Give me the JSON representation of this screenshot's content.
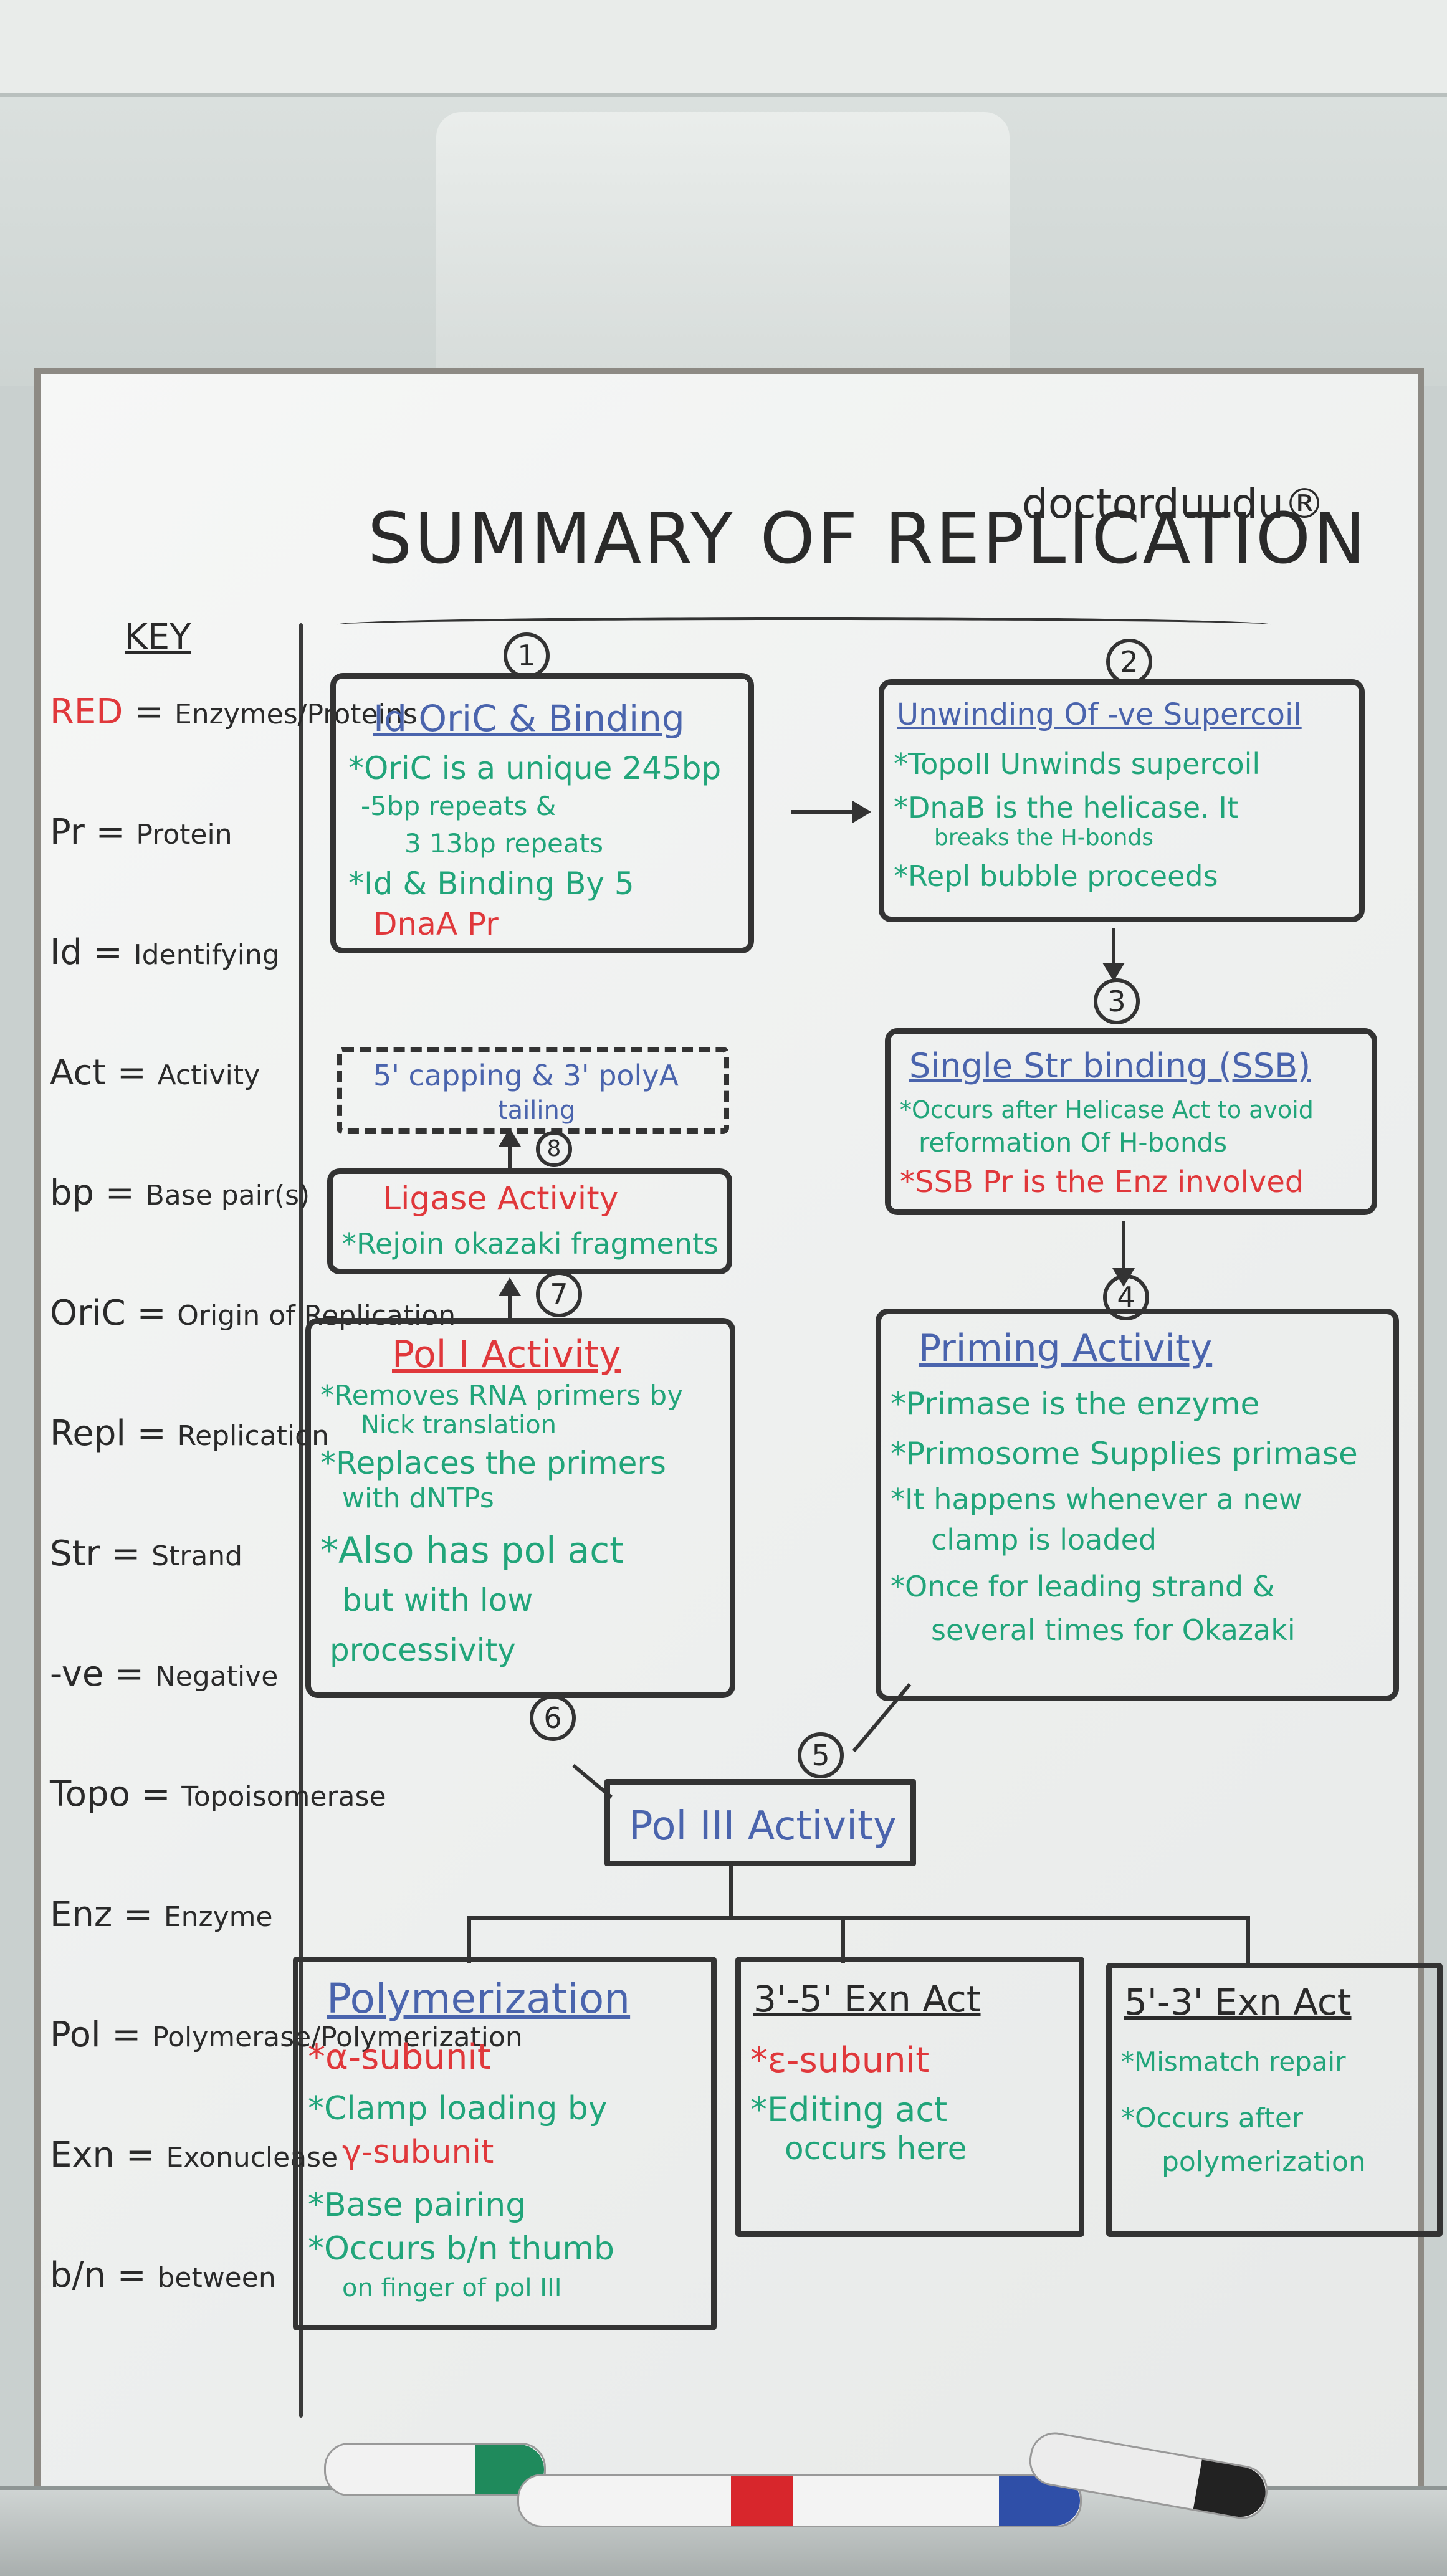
{
  "title": "SUMMARY OF REPLICATION",
  "brand": "doctorduudu®",
  "key": {
    "heading": "KEY",
    "items": [
      {
        "abbr": "RED",
        "meaning": "Enzymes/Proteins",
        "color": "#e0383b"
      },
      {
        "abbr": "Pr",
        "meaning": "Protein"
      },
      {
        "abbr": "Id",
        "meaning": "Identifying"
      },
      {
        "abbr": "Act",
        "meaning": "Activity"
      },
      {
        "abbr": "bp",
        "meaning": "Base pair(s)"
      },
      {
        "abbr": "OriC",
        "meaning": "Origin of Replication"
      },
      {
        "abbr": "Repl",
        "meaning": "Replication"
      },
      {
        "abbr": "Str",
        "meaning": "Strand"
      },
      {
        "abbr": "-ve",
        "meaning": "Negative"
      },
      {
        "abbr": "Topo",
        "meaning": "Topoisomerase"
      },
      {
        "abbr": "Enz",
        "meaning": "Enzyme"
      },
      {
        "abbr": "Pol",
        "meaning": "Polymerase/Polymerization"
      },
      {
        "abbr": "Exn",
        "meaning": "Exonuclease"
      },
      {
        "abbr": "b/n",
        "meaning": "between"
      }
    ]
  },
  "steps": {
    "s1": {
      "num": "1",
      "heading": "Id OriC & Binding",
      "lines": [
        "*OriC is a unique 245bp",
        "-5bp repeats &",
        "3 13bp repeats",
        "*Id & Binding By 5"
      ],
      "red_line": "DnaA Pr"
    },
    "s2": {
      "num": "2",
      "heading": "Unwinding Of -ve Supercoil",
      "lines": [
        "*TopoII Unwinds supercoil",
        "*DnaB is the helicase. It",
        "breaks the H-bonds",
        "*Repl bubble proceeds"
      ]
    },
    "s3": {
      "num": "3",
      "heading": "Single Str binding (SSB)",
      "lines": [
        "*Occurs after Helicase Act to avoid",
        "reformation Of H-bonds"
      ],
      "red_line": "*SSB Pr is the Enz involved"
    },
    "s4": {
      "num": "4",
      "heading": "Priming Activity",
      "lines": [
        "*Primase is the enzyme",
        "*Primosome Supplies primase",
        "*It happens whenever a new",
        "clamp is loaded",
        "*Once for leading strand &",
        "several times for Okazaki"
      ]
    },
    "s5": {
      "num": "5",
      "heading": "Pol III Activity"
    },
    "s6": {
      "num": "6",
      "heading": "Pol I Activity",
      "lines": [
        "*Removes RNA primers by",
        "Nick translation",
        "*Replaces the primers",
        "with dNTPs",
        "*Also has pol act",
        "but with low",
        "processivity"
      ]
    },
    "s7": {
      "num": "7",
      "heading": "Ligase Activity",
      "lines": [
        "*Rejoin okazaki fragments"
      ]
    },
    "s8": {
      "num": "8",
      "heading": "5' capping & 3' polyA",
      "sub": "tailing"
    }
  },
  "pol3": {
    "polymerization": {
      "heading": "Polymerization",
      "red_lines": [
        "*α-subunit"
      ],
      "lines": [
        "*Clamp loading by",
        "γ-subunit",
        "*Base pairing",
        "*Occurs b/n thumb",
        "on finger of pol III"
      ]
    },
    "exo35": {
      "heading": "3'-5' Exn Act",
      "red_lines": [
        "*ε-subunit"
      ],
      "lines": [
        "*Editing act",
        "occurs here"
      ]
    },
    "exo53": {
      "heading": "5'-3' Exn Act",
      "lines": [
        "*Mismatch repair",
        "*Occurs after",
        "polymerization"
      ]
    }
  }
}
